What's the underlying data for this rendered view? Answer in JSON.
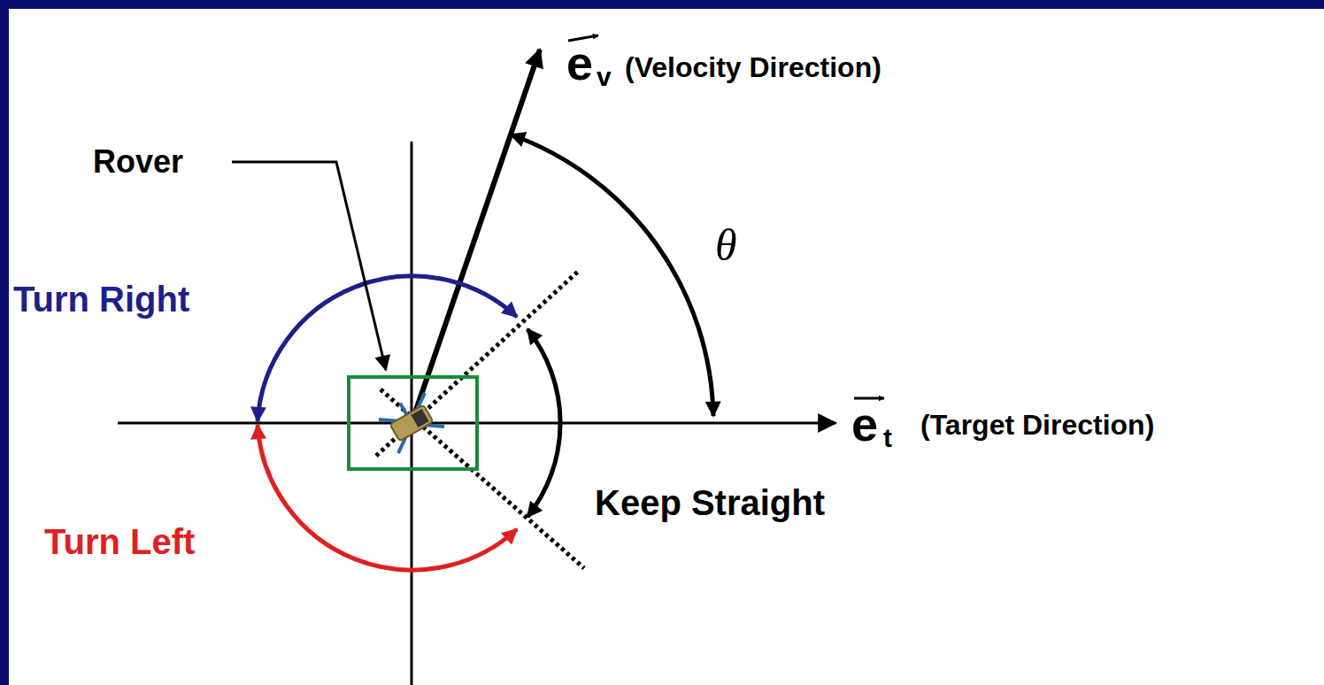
{
  "diagram": {
    "labels": [
      "e",
      "v",
      "(Velocity Direction)",
      "Rover",
      "θ",
      "Turn Right",
      "Turn Left",
      "Keep Straight",
      "e",
      "t",
      "(Target Direction)"
    ]
  }
}
